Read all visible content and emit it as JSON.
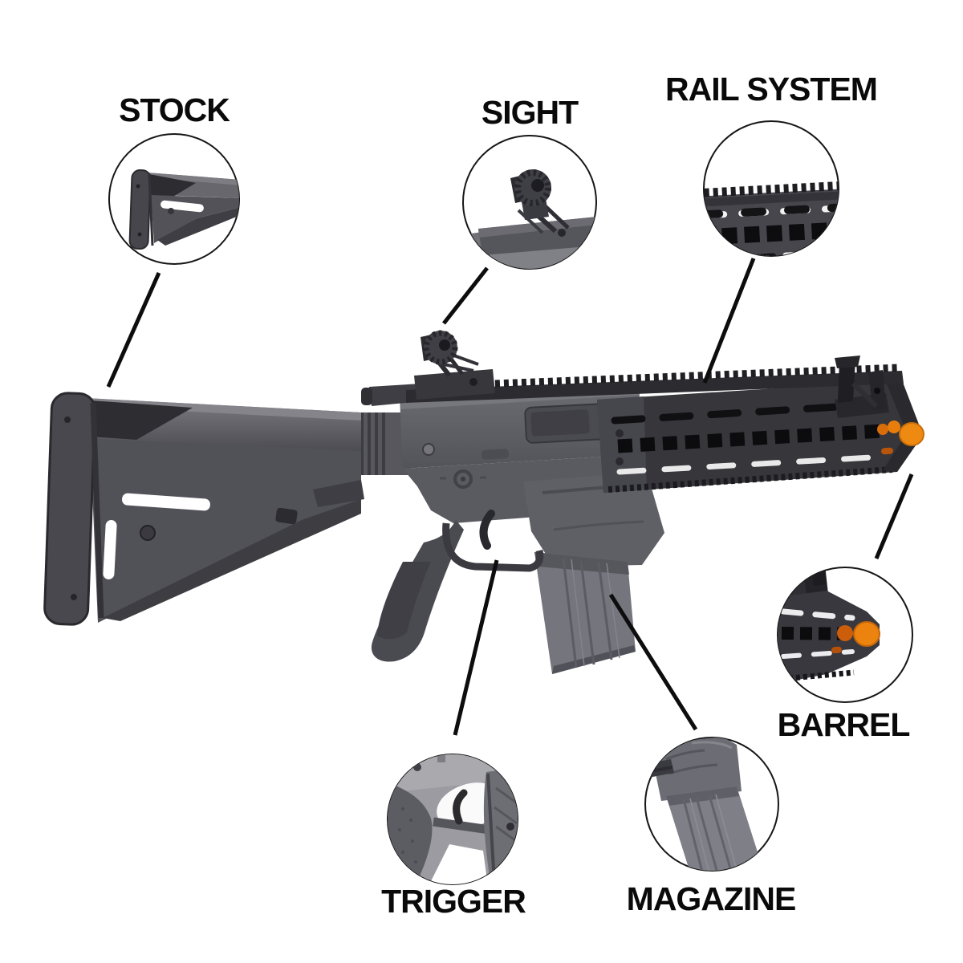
{
  "parts": {
    "stock": {
      "label": "STOCK"
    },
    "sight": {
      "label": "SIGHT"
    },
    "rail_system": {
      "label": "RAIL SYSTEM"
    },
    "barrel": {
      "label": "BARREL"
    },
    "trigger": {
      "label": "TRIGGER"
    },
    "magazine": {
      "label": "MAGAZINE"
    }
  },
  "colors": {
    "background": "#ffffff",
    "label_text": "#0a0a0a",
    "connector_line": "#0d0d0d",
    "inset_outline": "#161616",
    "gun_dark": "#2b2b2f",
    "gun_mid": "#5a5a60",
    "gun_light": "#8a8a90",
    "muzzle_tip_orange": "#ee8a12"
  }
}
